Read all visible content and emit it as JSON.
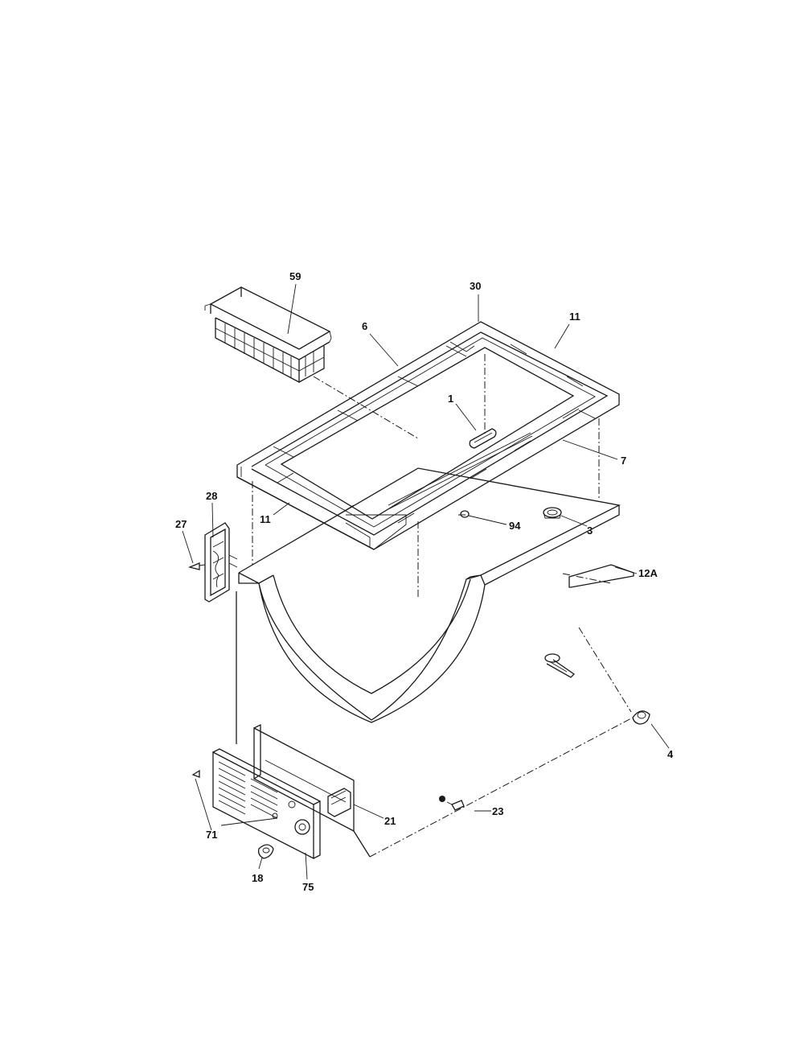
{
  "callouts": {
    "c59": "59",
    "c30": "30",
    "c11_top": "11",
    "c6": "6",
    "c1": "1",
    "c7": "7",
    "c28": "28",
    "c27": "27",
    "c11_left": "11",
    "c94": "94",
    "c3": "3",
    "c12a": "12A",
    "c4": "4",
    "c21": "21",
    "c23": "23",
    "c71": "71",
    "c18": "18",
    "c75": "75"
  }
}
